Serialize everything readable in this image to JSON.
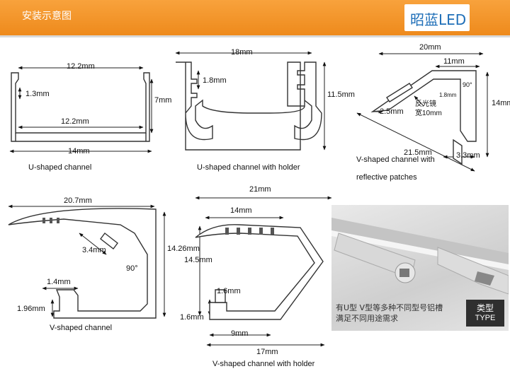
{
  "header": {
    "title": "安装示意图",
    "brand": "昭蓝LED"
  },
  "figures": [
    {
      "caption": "U-shaped channel",
      "dims": [
        "12.2mm",
        "1.3mm",
        "7mm",
        "12.2mm",
        "14mm"
      ]
    },
    {
      "caption": "U-shaped channel with holder",
      "dims": [
        "18mm",
        "1.8mm",
        "11.5mm"
      ]
    },
    {
      "caption_lines": [
        "V-shaped channel with",
        "reflective patches"
      ],
      "dims": [
        "20mm",
        "11mm",
        "90°",
        "1.8mm",
        "反光镜",
        "宽10mm",
        "2.5mm",
        "14mm",
        "21.5mm",
        "3.3mm"
      ]
    },
    {
      "caption": "V-shaped channel",
      "dims": [
        "20.7mm",
        "3.4mm",
        "14.26mm",
        "90°",
        "1.4mm",
        "1.96mm"
      ]
    },
    {
      "caption": "V-shaped channel with holder",
      "dims": [
        "21mm",
        "14mm",
        "14.5mm",
        "1.6mm",
        "1.6mm",
        "9mm",
        "17mm"
      ]
    }
  ],
  "photo": {
    "note_lines": [
      "有U型 V型等多种不同型号铝槽",
      "满足不同用途需求"
    ],
    "badge_cn": "类型",
    "badge_en": "TYPE"
  }
}
